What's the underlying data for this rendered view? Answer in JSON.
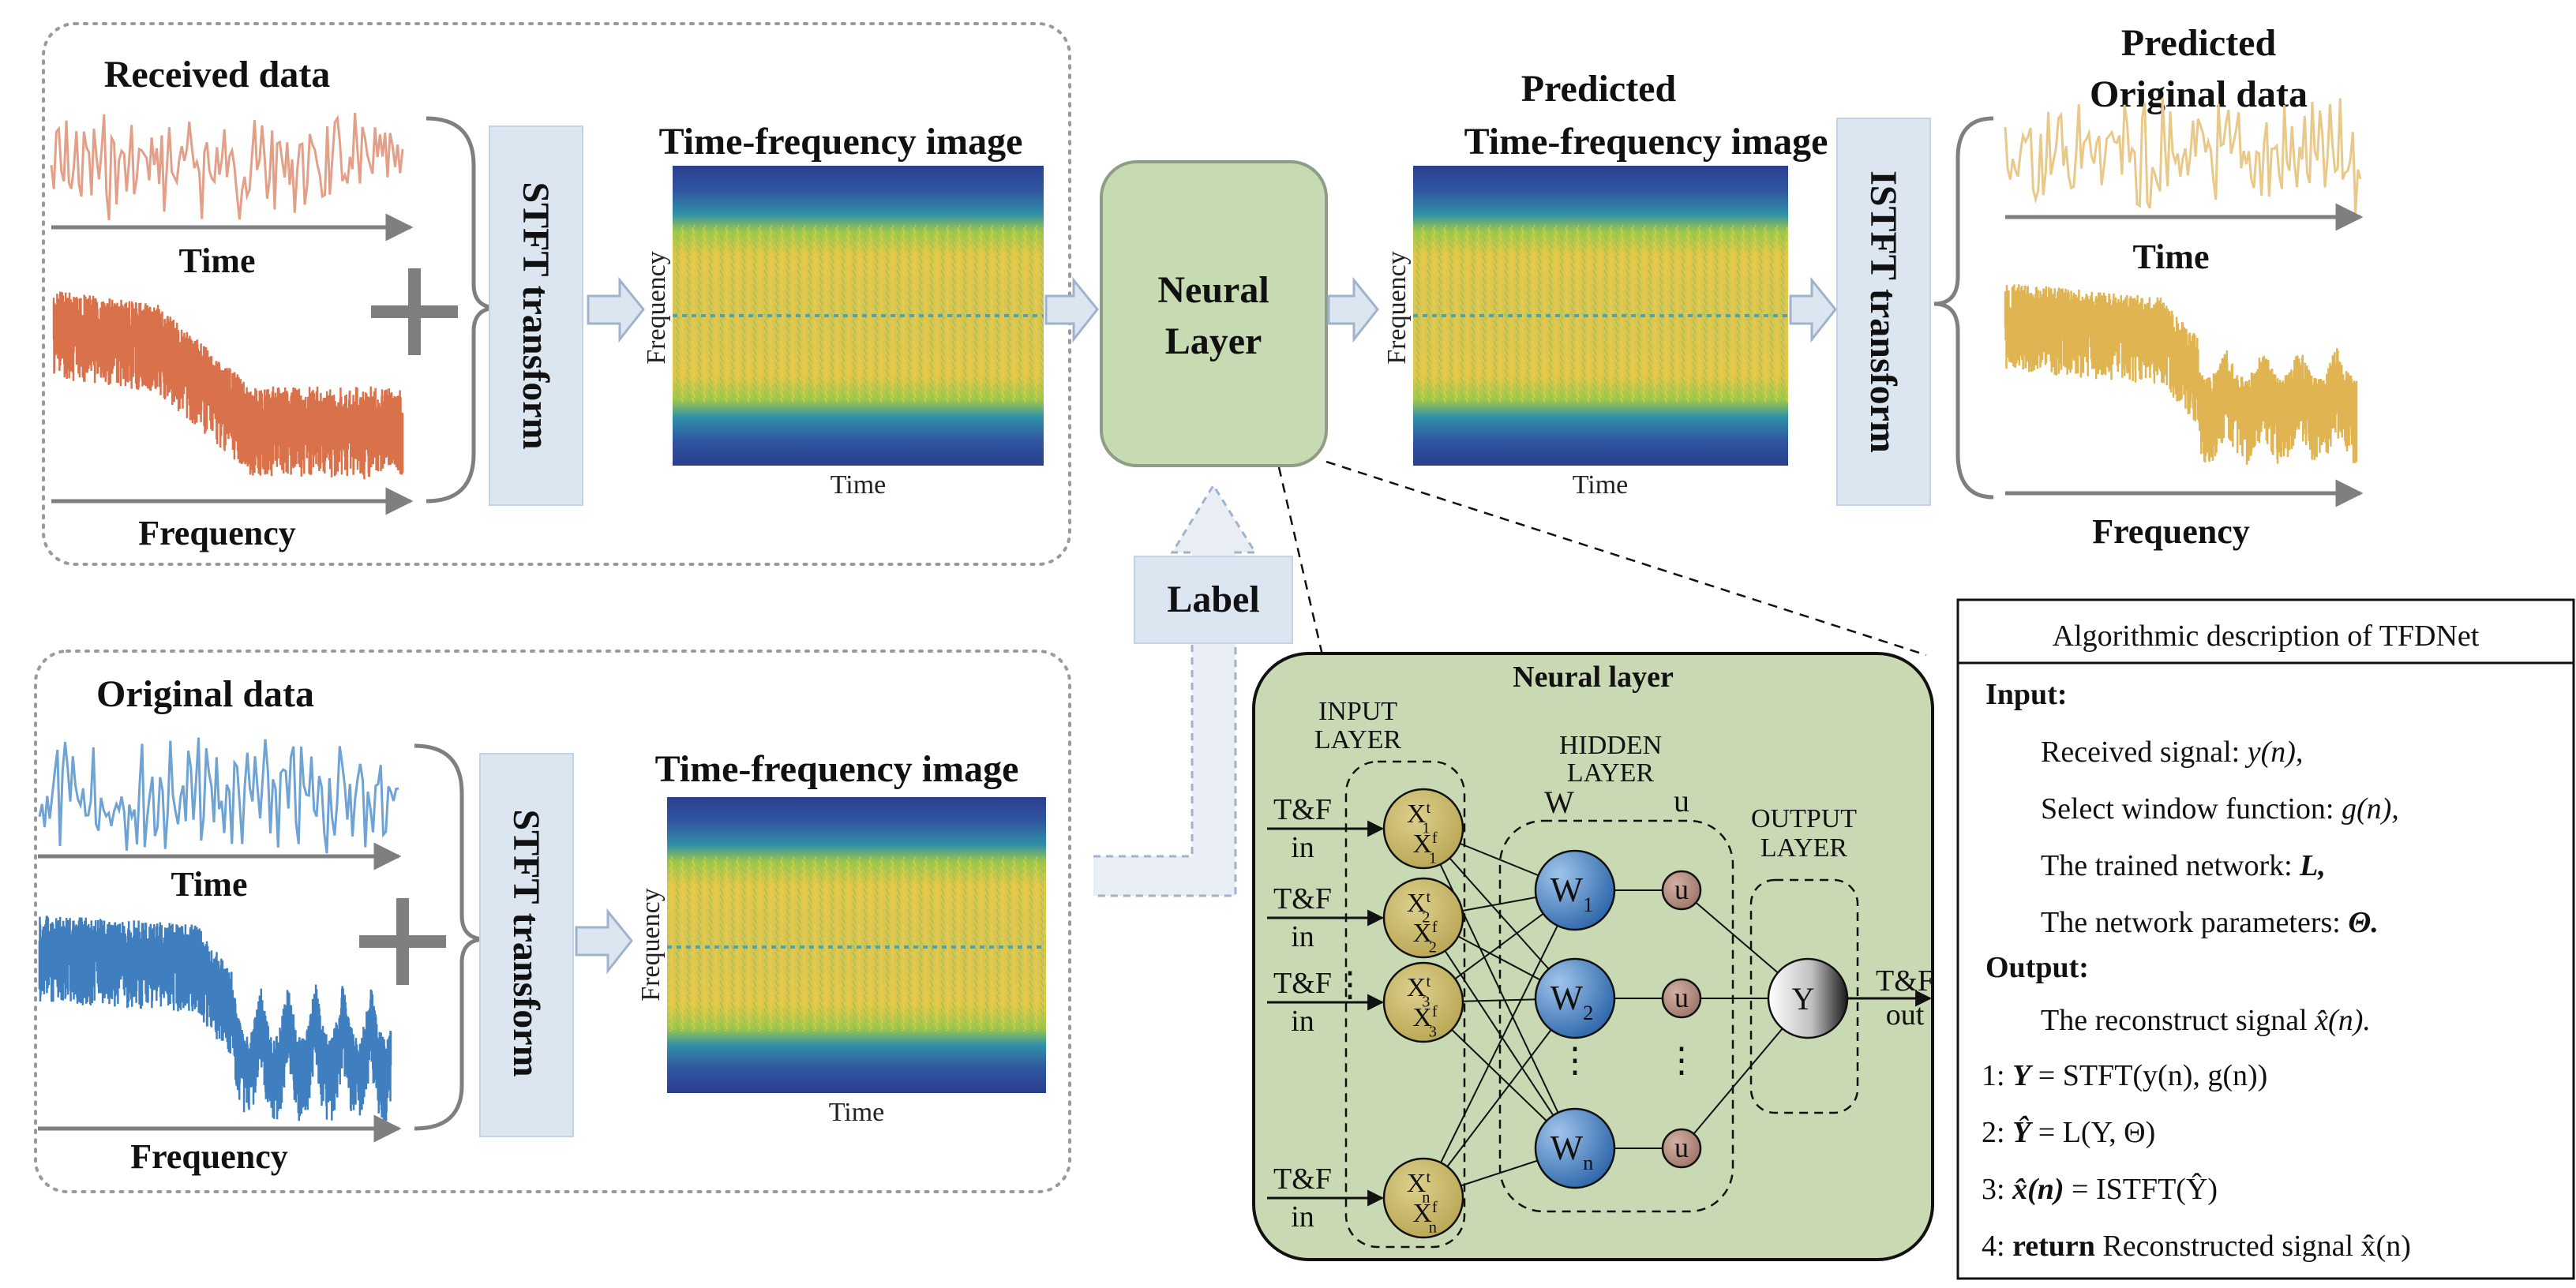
{
  "top_panel": {
    "received_data_label": "Received data",
    "time_label": "Time",
    "frequency_label": "Frequency",
    "stft_label": "STFT transform",
    "tf_image_title": "Time-frequency image",
    "tf_axis_y": "Frequency",
    "tf_axis_x": "Time"
  },
  "bottom_panel": {
    "original_data_label": "Original data",
    "time_label": "Time",
    "frequency_label": "Frequency",
    "stft_label": "STFT transform",
    "tf_image_title": "Time-frequency image",
    "tf_axis_y": "Frequency",
    "tf_axis_x": "Time"
  },
  "neural_box": {
    "line1": "Neural",
    "line2": "Layer"
  },
  "label_box": "Label",
  "predicted_tf": {
    "title_line1": "Predicted",
    "title_line2": "Time-frequency image",
    "axis_y": "Frequency",
    "axis_x": "Time"
  },
  "istft_label": "ISTFT transform",
  "predicted_original": {
    "title_line1": "Predicted",
    "title_line2": "Original data",
    "time_label": "Time",
    "frequency_label": "Frequency"
  },
  "neural_detail": {
    "title": "Neural layer",
    "input_layer_line1": "INPUT",
    "input_layer_line2": "LAYER",
    "hidden_layer_line1": "HIDDEN",
    "hidden_layer_line2": "LAYER",
    "output_layer_line1": "OUTPUT",
    "output_layer_line2": "LAYER",
    "w_label": "W",
    "u_label": "u",
    "tf_in_line1": "T&F",
    "tf_in_line2": "in",
    "tf_out_line1": "T&F",
    "tf_out_line2": "out",
    "input_nodes": [
      {
        "top": "X",
        "top_sup": "t",
        "top_sub": "1",
        "bot": "X",
        "bot_sup": "f",
        "bot_sub": "1"
      },
      {
        "top": "X",
        "top_sup": "t",
        "top_sub": "2",
        "bot": "X",
        "bot_sup": "f",
        "bot_sub": "2"
      },
      {
        "top": "X",
        "top_sup": "t",
        "top_sub": "3",
        "bot": "X",
        "bot_sup": "f",
        "bot_sub": "3"
      },
      {
        "top": "X",
        "top_sup": "t",
        "top_sub": "n",
        "bot": "X",
        "bot_sup": "f",
        "bot_sub": "n"
      }
    ],
    "hidden_nodes": [
      {
        "main": "W",
        "sub": "1"
      },
      {
        "main": "W",
        "sub": "2"
      },
      {
        "main": "W",
        "sub": "n"
      }
    ],
    "u_node": "u",
    "output_node": "Y",
    "dots": "⋮"
  },
  "algorithm": {
    "title": "Algorithmic description of TFDNet",
    "input_heading": "Input:",
    "input_lines": [
      {
        "text": "Received signal: ",
        "math": "y(n),"
      },
      {
        "text": "Select window function: ",
        "math": "g(n),"
      },
      {
        "text": "The trained network: ",
        "math": "L,"
      },
      {
        "text": "The network parameters: ",
        "math": "Θ."
      }
    ],
    "output_heading": "Output:",
    "output_line": {
      "text": "The reconstruct signal ",
      "math": "x̂(n)."
    },
    "steps": [
      {
        "num": "1:",
        "lhs": "Y",
        "rhs": " = STFT(y(n), g(n))"
      },
      {
        "num": "2:",
        "lhs": "Ŷ",
        "rhs": " = L(Y, Θ)"
      },
      {
        "num": "3:",
        "lhs": "x̂(n)",
        "rhs": " = ISTFT(Ŷ)"
      },
      {
        "num": "4:",
        "keyword": "return",
        "rhs": " Reconstructed signal x̂(n)"
      }
    ]
  },
  "colors": {
    "received": "#d9714a",
    "received_light": "#e3a089",
    "original": "#3f7fbf",
    "original_light": "#6ea3d3",
    "predicted": "#e0b451",
    "predicted_light": "#e8c98a",
    "neural_fill": "#c7dbb2",
    "neural_detail_fill": "#c8d9b4",
    "transform_fill": "#dbe6f1",
    "input_node": "#c8b666",
    "hidden_node": "#3b78c0",
    "u_node": "#b48b7e"
  }
}
